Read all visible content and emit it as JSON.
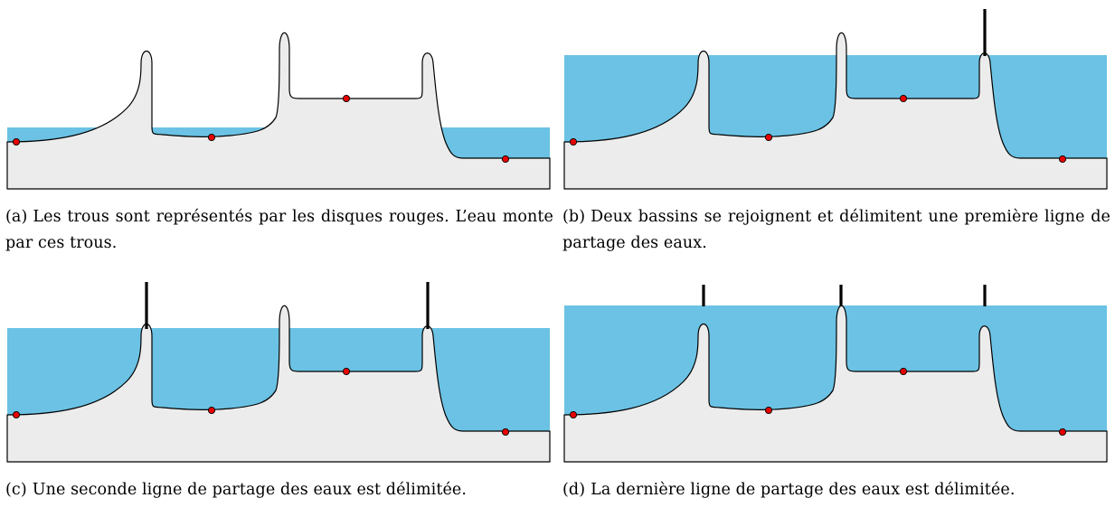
{
  "colors": {
    "water": "#6bc2e4",
    "terrain": "#ececec",
    "outline": "#000000",
    "hole": "#e60000",
    "dam": "#000000"
  },
  "panels": [
    {
      "id": "a",
      "water_level": "low",
      "dams": [],
      "caption": {
        "tag": "(a)",
        "text": "Les trous sont représentés par les disques rouges. L’eau monte par ces trous."
      }
    },
    {
      "id": "b",
      "water_level": "high",
      "dams": [
        "right"
      ],
      "caption": {
        "tag": "(b)",
        "text": "Deux bassins se rejoignent et délimitent une première ligne de partage des eaux."
      }
    },
    {
      "id": "c",
      "water_level": "high",
      "dams": [
        "left",
        "right"
      ],
      "caption": {
        "tag": "(c)",
        "text": "Une seconde ligne de partage des eaux est délimitée."
      }
    },
    {
      "id": "d",
      "water_level": "highest",
      "dams": [
        "left",
        "middle",
        "right"
      ],
      "caption": {
        "tag": "(d)",
        "text": "La dernière ligne de partage des eaux est délimitée."
      }
    }
  ]
}
